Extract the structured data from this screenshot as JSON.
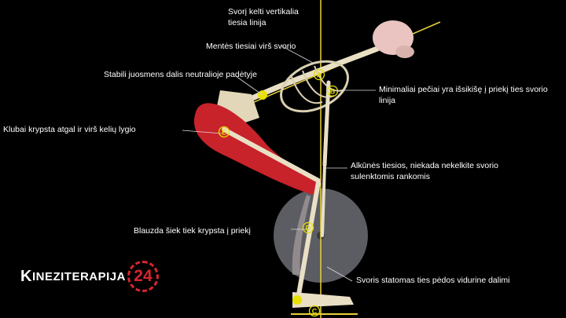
{
  "labels": {
    "vertical_line": "Svorį kelti vertikalia tiesia linija",
    "shoulder_blades": "Mentės tiesiai virš svorio",
    "lumbar": "Stabili juosmens dalis neutralioje padėtyje",
    "shoulders": "Minimaliai pečiai yra išsikišę į priekį ties svorio linija",
    "hips": "Klubai krypsta atgal ir virš kelių lygio",
    "elbows": "Alkūnės tiesios, niekada nekelkite svorio sulenktomis rankomis",
    "shin": "Blauzda šiek tiek krypsta į priekį",
    "weight_position": "Svoris statomas ties pėdos vidurine dalimi"
  },
  "markers": [
    "A",
    "B",
    "C",
    "D",
    "E"
  ],
  "logo": {
    "first_letter": "K",
    "text": "INEZITERAPIJA",
    "number": "24"
  },
  "colors": {
    "guide_line": "#e8d23a",
    "marker": "#e8e000",
    "muscle": "#c8222a",
    "bone": "#e9dfc4",
    "logo_accent": "#d7262e"
  }
}
